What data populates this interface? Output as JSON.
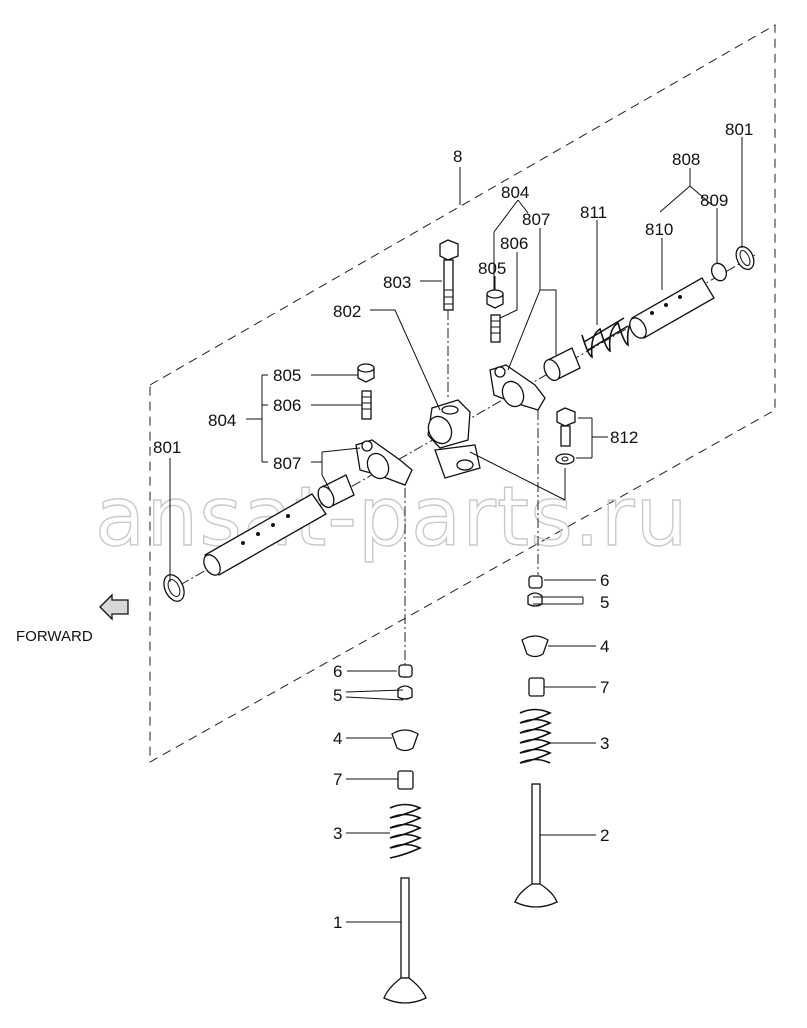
{
  "watermark": "ansat-parts.ru",
  "direction_label": "FORWARD",
  "callouts": {
    "assembly": "8",
    "shaft_left": "801",
    "shaft_right": "801",
    "support": "802",
    "bolt": "803",
    "arm_left": "804",
    "arm_right": "804",
    "nut_left": "805",
    "nut_right": "805",
    "screw_left": "806",
    "screw_right": "806",
    "bush_left": "807",
    "bush_right": "807",
    "shaft_assy": "808",
    "plug": "809",
    "rocker_shaft": "810",
    "spring": "811",
    "bolt_washer": "812",
    "valve_in": "1",
    "valve_ex": "2",
    "spring_l": "3",
    "spring_r": "3",
    "retainer_l": "4",
    "retainer_r": "4",
    "key_l": "5",
    "key_r": "5",
    "cap_l": "6",
    "cap_r": "6",
    "seal_l": "7",
    "seal_r": "7"
  }
}
